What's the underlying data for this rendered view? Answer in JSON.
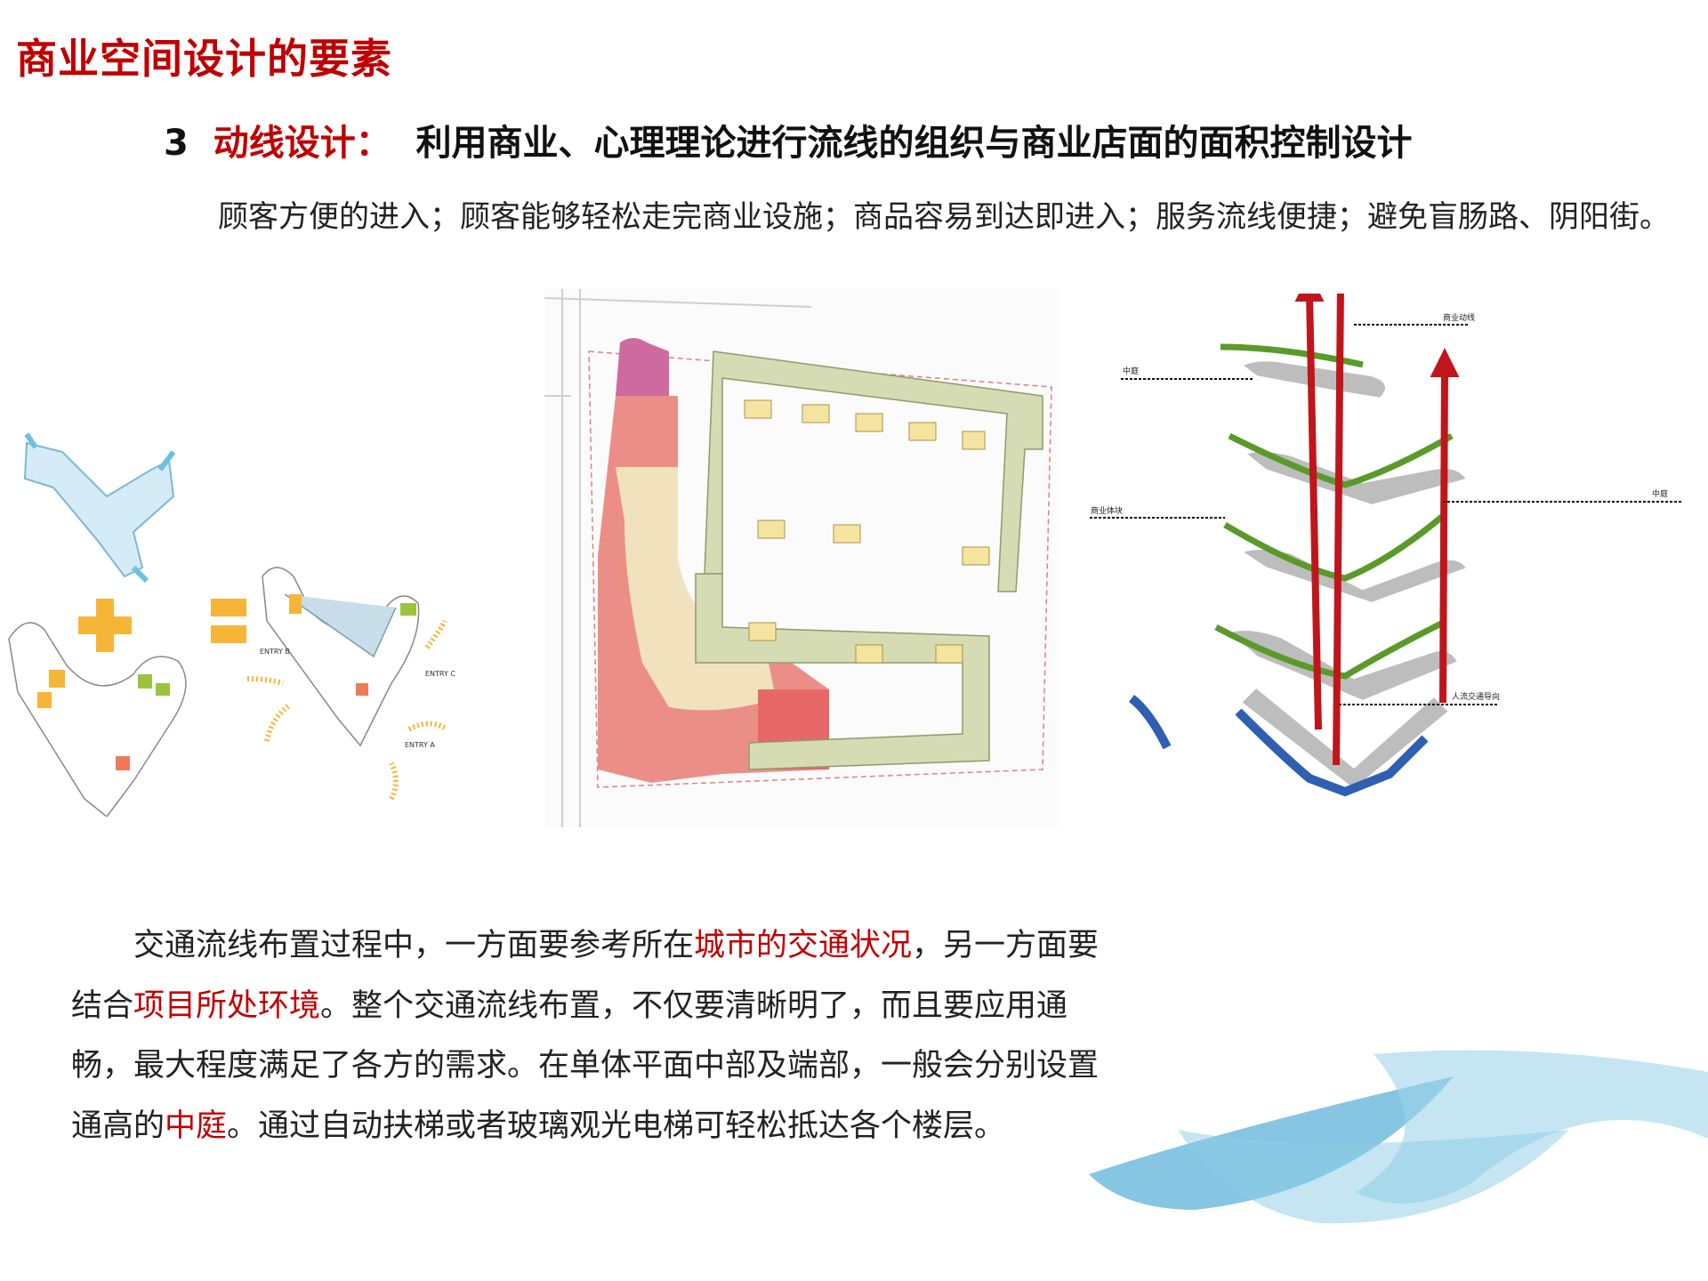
{
  "slide": {
    "title": "商业空间设计的要素",
    "subtitle": {
      "number": "3",
      "topic": "动线设计：",
      "text": "利用商业、心理理论进行流线的组织与商业店面的面积控制设计"
    },
    "intro": "顾客方便的进入；顾客能够轻松走完商业设施；商品容易到达即进入；服务流线便捷；避免盲肠路、阴阳街。",
    "body": {
      "seg1": "交通流线布置过程中，一方面要参考所在",
      "hl1": "城市的交通状况",
      "seg2": "，另一方面要结合",
      "hl2": "项目所处环境",
      "seg3": "。整个交通流线布置，不仅要清晰明了，而且要应用通畅，最大程度满足了各方的需求。在单体平面中部及端部，一般会分别设置通高的",
      "hl3": "中庭",
      "seg4": "。通过自动扶梯或者玻璃观光电梯可轻松抵达各个楼层。"
    },
    "left_diagram": {
      "entries": [
        "ENTRY A",
        "ENTRY B",
        "ENTRY C"
      ]
    },
    "right_diagram": {
      "labels": {
        "circulation": "商业动线",
        "atrium_left": "中庭",
        "atrium_right": "中庭",
        "block": "商业体块",
        "flow": "人流交通导向"
      }
    },
    "colors": {
      "accent": "#c00000",
      "circulation": "#5a9a2a",
      "vertical": "#c0161b",
      "flow": "#2f5fb0",
      "swoosh": "#7fc4e0"
    }
  }
}
